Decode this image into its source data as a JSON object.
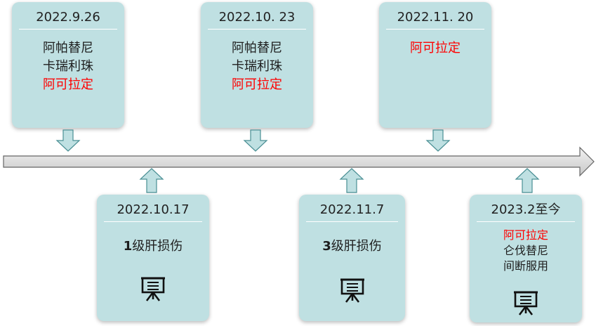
{
  "events_above": [
    {
      "date": "2022.9.26",
      "lines": [
        {
          "text": "阿帕替尼",
          "highlight": false
        },
        {
          "text": "卡瑞利珠",
          "highlight": false
        },
        {
          "text": "阿可拉定",
          "highlight": true
        }
      ]
    },
    {
      "date": "2022.10. 23",
      "lines": [
        {
          "text": "阿帕替尼",
          "highlight": false
        },
        {
          "text": "卡瑞利珠",
          "highlight": false
        },
        {
          "text": "阿可拉定",
          "highlight": true
        }
      ]
    },
    {
      "date": "2022.11. 20",
      "lines": [
        {
          "text": "阿可拉定",
          "highlight": true
        }
      ]
    }
  ],
  "events_below": [
    {
      "date": "2022.10.17",
      "grade": "1",
      "label": "级肝损伤",
      "icon": "presentation-board-icon"
    },
    {
      "date": "2022.11.7",
      "grade": "3",
      "label": "级肝损伤",
      "icon": "presentation-board-icon"
    },
    {
      "date": "2023.2至今",
      "lines": [
        {
          "text": "阿可拉定",
          "highlight": true
        },
        {
          "text": "仑伐替尼",
          "highlight": false
        },
        {
          "text": "间断服用",
          "highlight": false
        }
      ],
      "icon": "presentation-board-icon"
    }
  ],
  "colors": {
    "card": "#bfe0e2",
    "highlight": "#ff0000",
    "timeline": "#d9d9d9"
  }
}
